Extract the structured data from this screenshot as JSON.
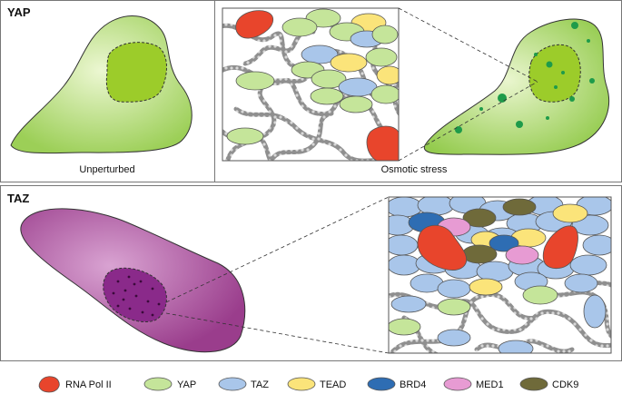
{
  "panels": {
    "yap": {
      "label": "YAP",
      "left_caption": "Unperturbed",
      "right_caption": "Osmotic stress"
    },
    "taz": {
      "label": "TAZ"
    }
  },
  "legend": [
    {
      "label": "RNA Pol II",
      "color": "#e8452c",
      "shape": "blob"
    },
    {
      "label": "YAP",
      "color": "#c5e59a",
      "shape": "ellipse"
    },
    {
      "label": "TAZ",
      "color": "#a9c6ea",
      "shape": "ellipse"
    },
    {
      "label": "TEAD",
      "color": "#fbe47a",
      "shape": "ellipse"
    },
    {
      "label": "BRD4",
      "color": "#2e6db3",
      "shape": "ellipse"
    },
    {
      "label": "MED1",
      "color": "#e79bd3",
      "shape": "ellipse"
    },
    {
      "label": "CDK9",
      "color": "#6f6a3a",
      "shape": "ellipse"
    }
  ]
}
